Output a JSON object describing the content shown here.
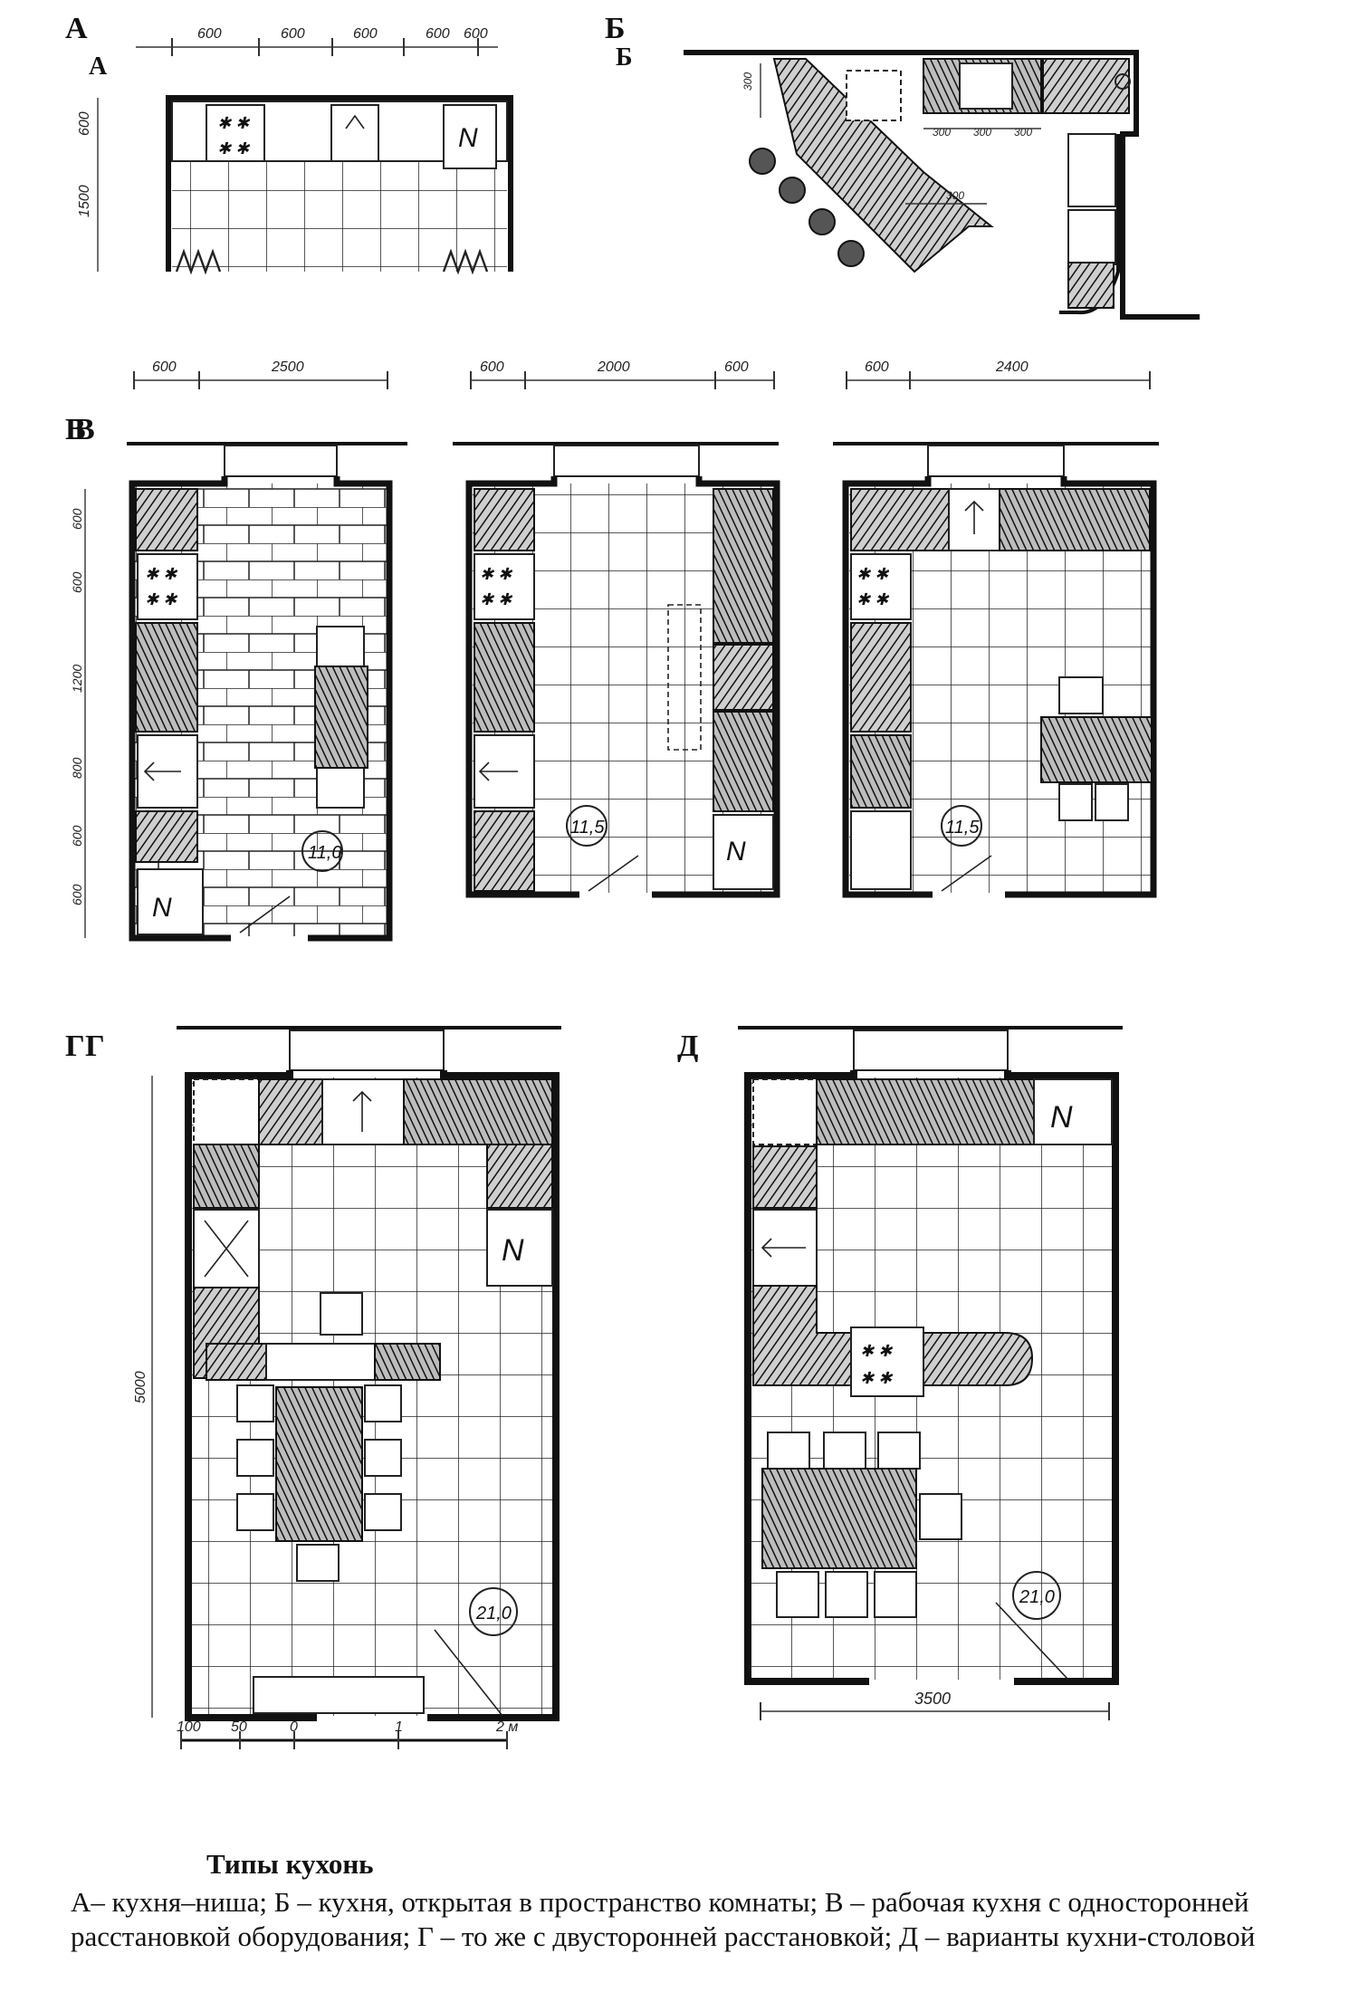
{
  "labels": {
    "A": "А",
    "A2": "А",
    "B": "Б",
    "B2": "Б",
    "V": "В",
    "V2": "В",
    "G": "Г",
    "G2": "Г",
    "D": "Д"
  },
  "dims": {
    "a_top": [
      "600",
      "600",
      "600",
      "600",
      "600"
    ],
    "a_left": [
      "600",
      "1500"
    ],
    "b_small": [
      "300",
      "300",
      "300"
    ],
    "b_mid": "300",
    "b_side": "300",
    "v1_top": [
      "600",
      "2500"
    ],
    "v2_top": [
      "600",
      "2000",
      "600"
    ],
    "v3_top": [
      "600",
      "2400"
    ],
    "v_left": [
      "600",
      "600",
      "1200",
      "800",
      "600",
      "600"
    ],
    "g_left": "5000",
    "d_bottom": "3500",
    "scale": [
      "100",
      "50",
      "0",
      "1",
      "2 м"
    ]
  },
  "areas": {
    "v1": "11,0",
    "v2": "11,5",
    "v3": "11,5",
    "g": "21,0",
    "d": "21,0"
  },
  "fridge": "N",
  "caption": {
    "title": "Типы кухонь",
    "text": "А– кухня–ниша; Б – кухня, открытая в пространство комнаты; В – рабочая кухня с односторонней расстановкой оборудования; Г – то же с двусторонней расстановкой; Д – варианты кухни-столовой"
  }
}
